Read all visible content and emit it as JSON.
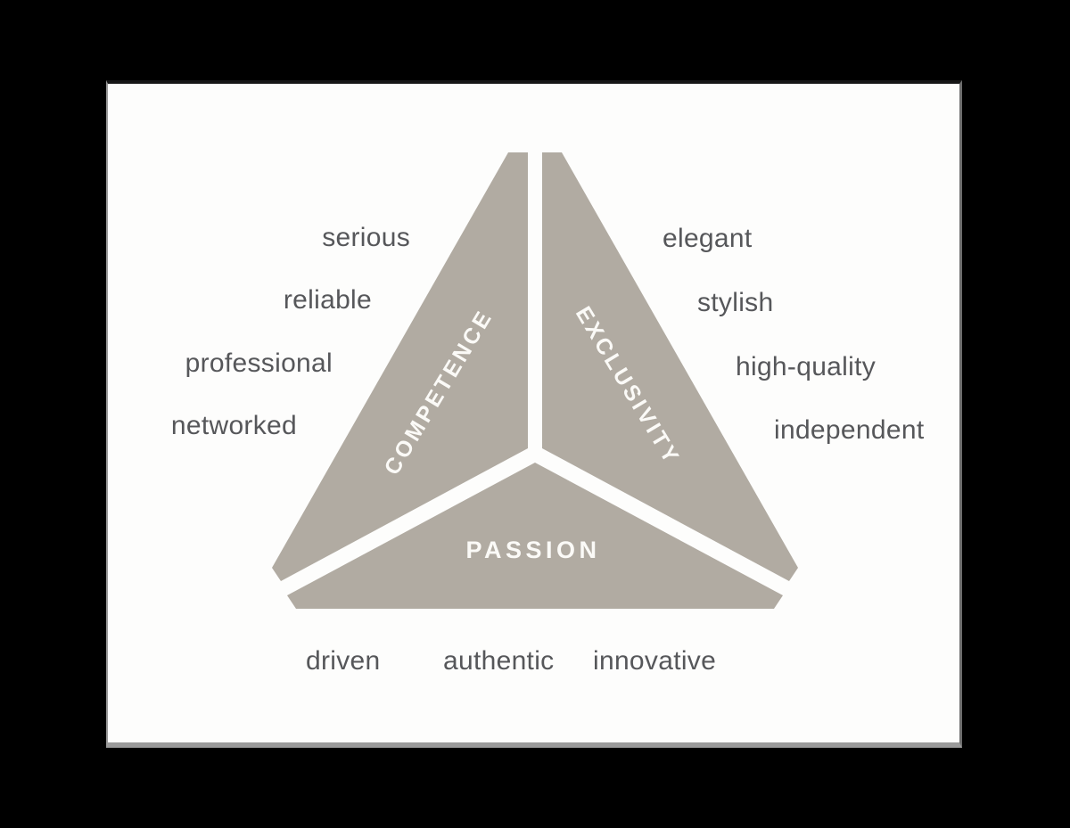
{
  "page": {
    "background": "#000000"
  },
  "panel": {
    "background": "#fdfdfc"
  },
  "diagram": {
    "type": "brand-values-triangle",
    "colors": {
      "segment_fill": "#b1aba2",
      "segment_label_text": "#fbfaf7",
      "attribute_text": "#56575a"
    },
    "segments": [
      {
        "label": "COMPETENCE",
        "attributes": [
          "serious",
          "reliable",
          "professional",
          "networked"
        ]
      },
      {
        "label": "EXCLUSIVITY",
        "attributes": [
          "elegant",
          "stylish",
          "high-quality",
          "independent"
        ]
      },
      {
        "label": "PASSION",
        "attributes": [
          "driven",
          "authentic",
          "innovative"
        ]
      }
    ]
  }
}
